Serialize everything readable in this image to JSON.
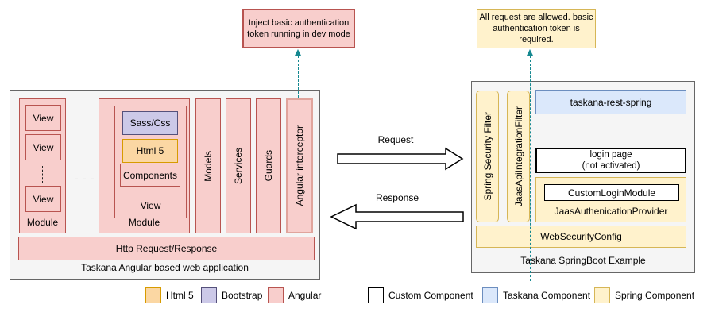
{
  "colors": {
    "angular_fill": "#f8cecc",
    "angular_stroke": "#b85450",
    "html5_fill": "#fbd7a3",
    "html5_stroke": "#d79b00",
    "bootstrap_fill": "#ccc9e8",
    "bootstrap_stroke": "#55517b",
    "spring_fill": "#fff2cc",
    "spring_stroke": "#d6b656",
    "taskana_fill": "#dbe8fb",
    "taskana_stroke": "#6c8ebf",
    "custom_fill": "#ffffff",
    "custom_stroke": "#000000",
    "container_fill": "#f5f5f5",
    "container_stroke": "#666666",
    "connector_teal": "#158890"
  },
  "notes": {
    "left": "Inject basic authentication token running in dev mode",
    "right": "All request are allowed. basic authentication token is required."
  },
  "left_app": {
    "title": "Taskana Angular based web application",
    "module1": {
      "label": "Module",
      "views": [
        "View",
        "View",
        "View"
      ]
    },
    "ellipsis": "- - -",
    "module2": {
      "label": "Module",
      "view_label": "View",
      "sass": "Sass/Css",
      "html5": "Html 5",
      "components": "Components"
    },
    "bars": [
      "Models",
      "Services",
      "Guards",
      "Angular interceptor"
    ],
    "http": "Http Request/Response"
  },
  "flow": {
    "request": "Request",
    "response": "Response"
  },
  "right_app": {
    "title": "Taskana SpringBoot Example",
    "filters": [
      "Spring Security Filter",
      "JaasApiIntegrationFilter"
    ],
    "rest": "taskana-rest-spring",
    "login": "login page\n(not activated)",
    "provider": "JaasAuthenicationProvider",
    "custom_login": "CustomLoginModule",
    "web_security": "WebSecurityConfig"
  },
  "legend": [
    {
      "label": "Html 5"
    },
    {
      "label": "Bootstrap"
    },
    {
      "label": "Angular"
    },
    {
      "label": "Custom Component"
    },
    {
      "label": "Taskana Component"
    },
    {
      "label": "Spring Component"
    }
  ]
}
